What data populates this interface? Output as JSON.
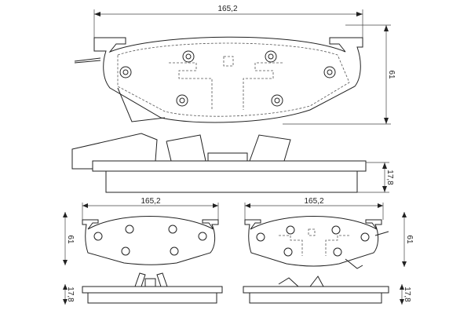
{
  "main_view": {
    "width_label": "165,2",
    "height_label": "61",
    "thickness_label": "17,8"
  },
  "inner_pad_view": {
    "width_label": "165,2",
    "height_label": "61",
    "thickness_label": "17,8"
  },
  "outer_pad_view": {
    "width_label": "165,2",
    "height_label": "61",
    "thickness_label": "17,8"
  }
}
